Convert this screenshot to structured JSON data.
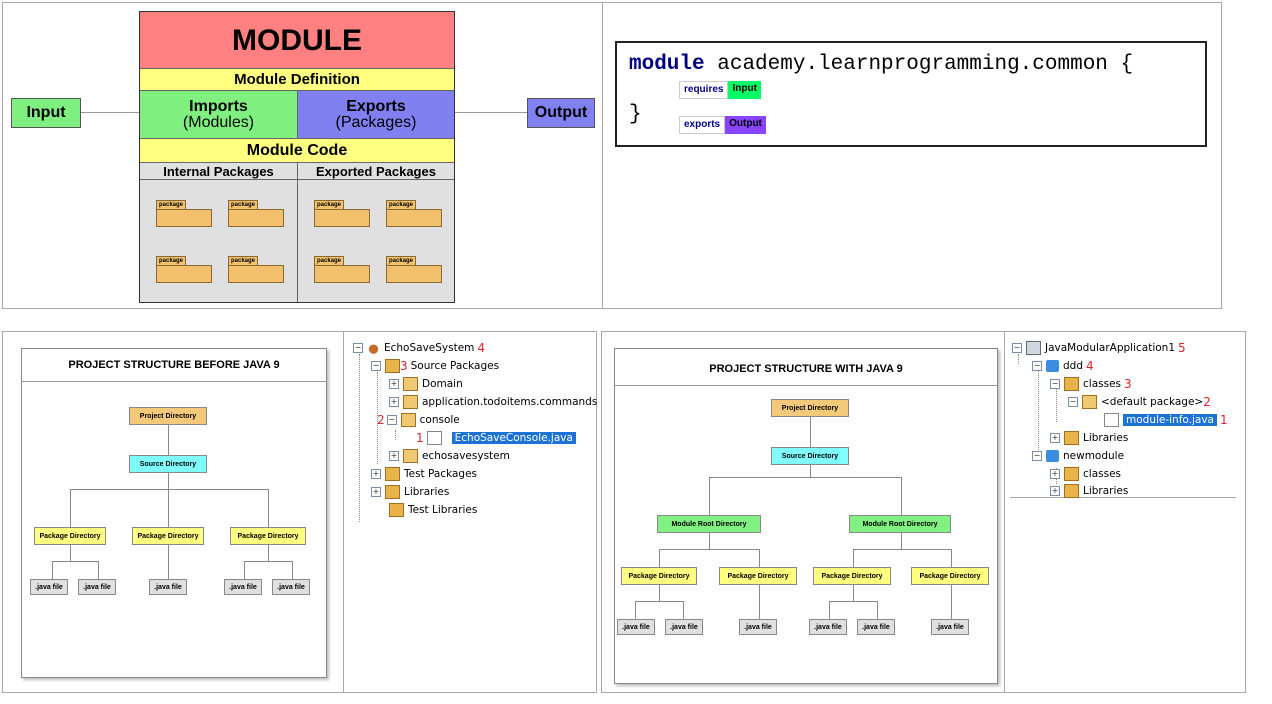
{
  "module_diagram": {
    "title": "MODULE",
    "definition": "Module Definition",
    "imports_title": "Imports",
    "imports_sub": "(Modules)",
    "exports_title": "Exports",
    "exports_sub": "(Packages)",
    "code": "Module Code",
    "internal": "Internal Packages",
    "exported": "Exported Packages",
    "package_label": "package",
    "input": "Input",
    "output": "Output"
  },
  "code_panel": {
    "keyword": "module",
    "name": "academy.learnprogramming.common {",
    "close_brace": "}",
    "requires": "requires",
    "requires_value": "Input",
    "exports": "exports",
    "exports_value": "Output",
    "colors": {
      "input": "#00ff66",
      "output": "#8844ff",
      "keyword": "#000080"
    }
  },
  "before_java9": {
    "title": "PROJECT STRUCTURE BEFORE JAVA 9",
    "project": "Project Directory",
    "source": "Source Directory",
    "package": "Package Directory",
    "file": ".java file"
  },
  "with_java9": {
    "title": "PROJECT STRUCTURE WITH JAVA 9",
    "project": "Project Directory",
    "source": "Source Directory",
    "module_root": "Module Root Directory",
    "package": "Package Directory",
    "file": ".java file"
  },
  "tree1": {
    "root": "EchoSaveSystem",
    "root_num": "4",
    "source_packages": "Source Packages",
    "source_num": "3",
    "domain": "Domain",
    "commands": "application.todoitems.commands",
    "console": "console",
    "console_num": "2",
    "console_file": "EchoSaveConsole.java",
    "file_num": "1",
    "echosave": "echosavesystem",
    "test_packages": "Test Packages",
    "libraries": "Libraries",
    "test_libraries": "Test Libraries"
  },
  "tree2": {
    "root": "JavaModularApplication1",
    "root_num": "5",
    "ddd": "ddd",
    "ddd_num": "4",
    "classes": "classes",
    "classes_num": "3",
    "default_pkg": "<default package>",
    "default_num": "2",
    "module_info": "module-info.java",
    "module_info_num": "1",
    "libraries": "Libraries",
    "newmodule": "newmodule",
    "classes2": "classes",
    "libraries2": "Libraries"
  }
}
